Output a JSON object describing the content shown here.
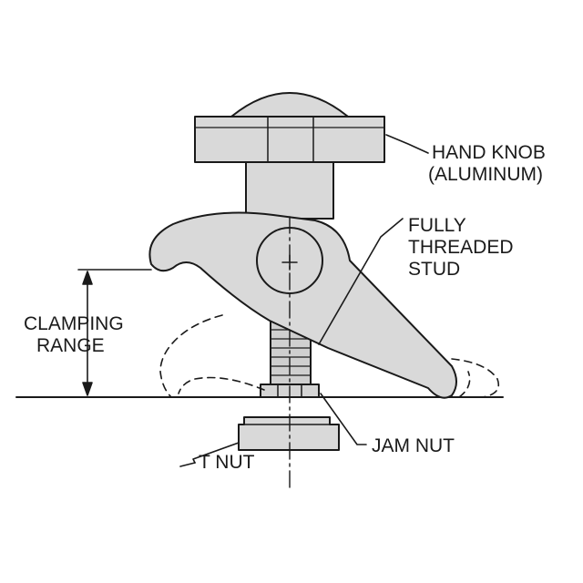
{
  "labels": {
    "hand_knob_line1": "HAND KNOB",
    "hand_knob_line2": "(ALUMINUM)",
    "stud_line1": "FULLY",
    "stud_line2": "THREADED",
    "stud_line3": "STUD",
    "range_line1": "CLAMPING",
    "range_line2": "RANGE",
    "jam_nut": "JAM NUT",
    "t_nut": "T NUT"
  },
  "colors": {
    "part_fill": "#d9d9d9",
    "part_fill_dark": "#c4c4c4",
    "line": "#1a1a1a",
    "background": "#ffffff"
  }
}
